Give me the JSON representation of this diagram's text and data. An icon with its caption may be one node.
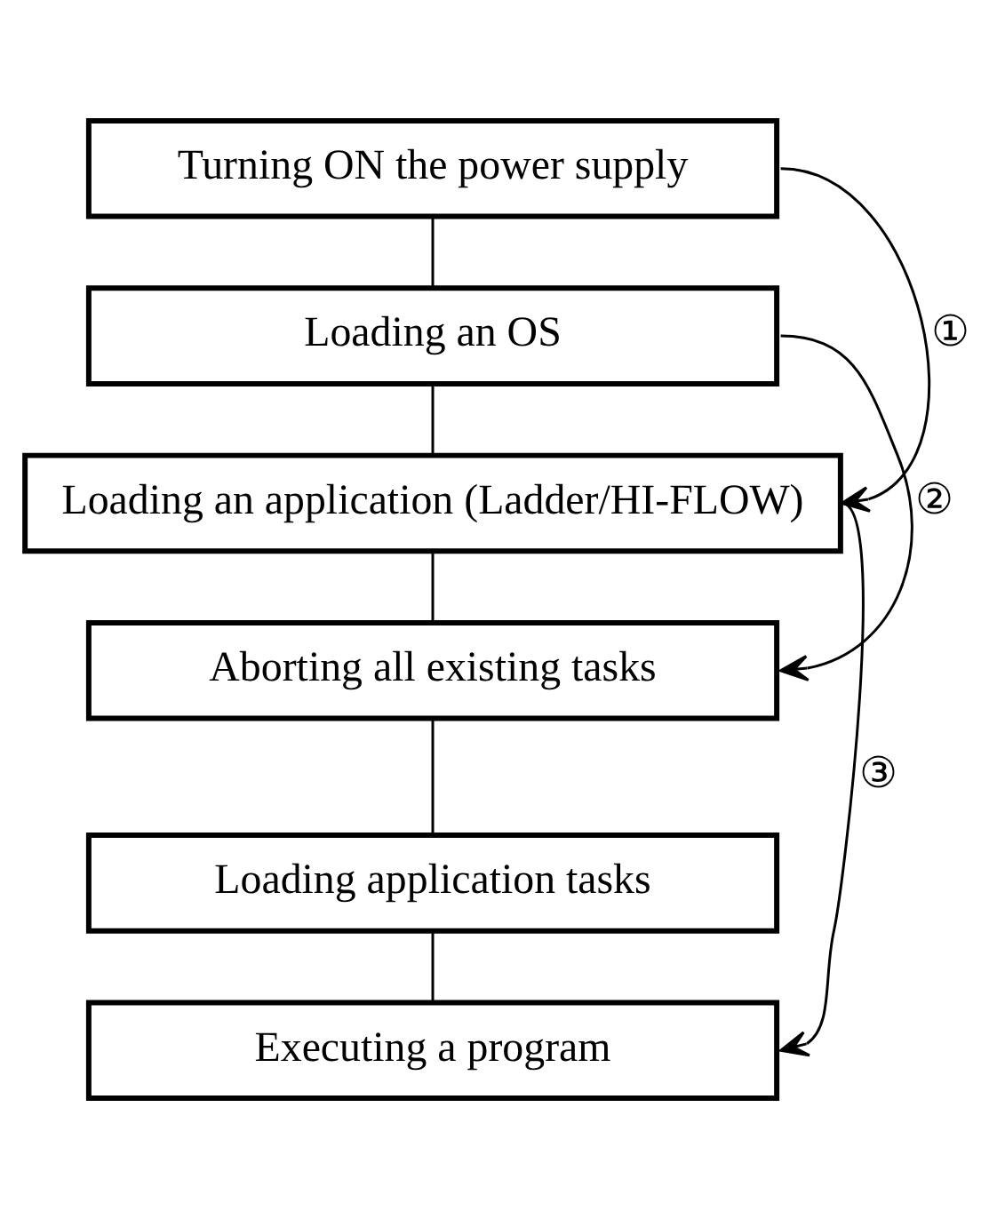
{
  "diagram": {
    "nodes": [
      {
        "text": [
          "Turning ON the power supply"
        ]
      },
      {
        "text": [
          "Loading an OS"
        ]
      },
      {
        "text": [
          "Loading an application (Ladder/HI-FLOW)"
        ]
      },
      {
        "text": [
          "Aborting all existing tasks"
        ]
      },
      {
        "text": [
          "Loading application tasks"
        ]
      },
      {
        "text": [
          "Executing a program"
        ]
      }
    ],
    "edges": [
      {
        "from": 0,
        "to": 1,
        "arrow": "none"
      },
      {
        "from": 1,
        "to": 2,
        "arrow": "none"
      },
      {
        "from": 2,
        "to": 3,
        "arrow": "none"
      },
      {
        "from": 3,
        "to": 4,
        "arrow": "none"
      },
      {
        "from": 4,
        "to": 5,
        "arrow": "none"
      },
      {
        "from": 0,
        "to": 2,
        "arrow": "to",
        "label": "①"
      },
      {
        "from": 1,
        "to": 3,
        "arrow": "to",
        "label": "②"
      },
      {
        "from": 2,
        "to": 5,
        "arrow": "to",
        "label": "③"
      }
    ]
  }
}
